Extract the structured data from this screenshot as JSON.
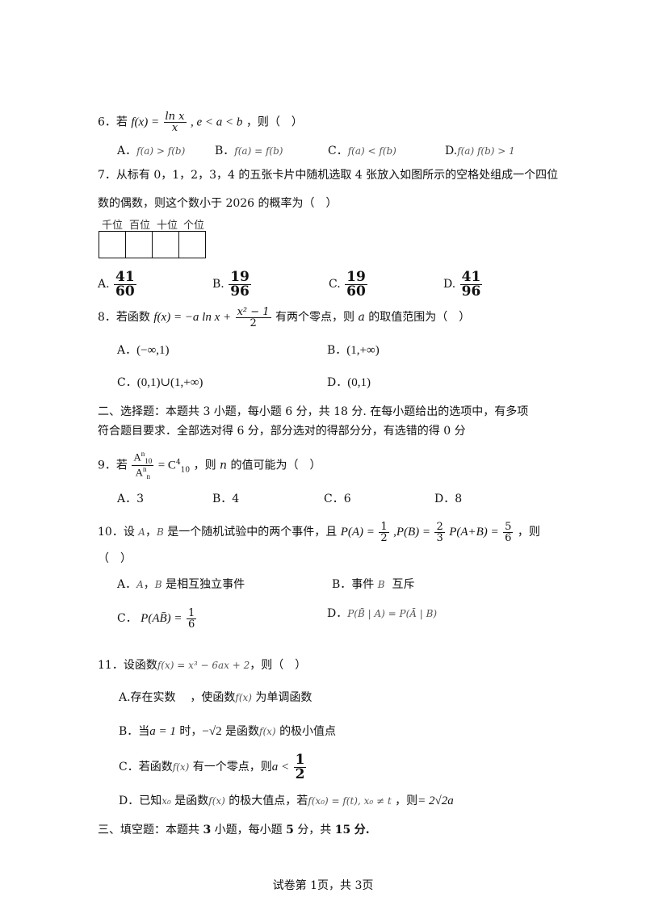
{
  "q6": {
    "stem_pre": "6．若",
    "cond": ", e < a < b",
    "stem_post": "，则（　）",
    "opt_a_label": "A．",
    "opt_a": "f(a) > f(b)",
    "opt_b_label": "B．",
    "opt_b": "f(a) = f(b)",
    "opt_c_label": "C．",
    "opt_c": "f(a) < f(b)",
    "opt_d_label": "D.",
    "opt_d": "f(a) f(b) > 1"
  },
  "q7": {
    "line1": "7．从标有 0，1，2，3，4 的五张卡片中随机选取 4 张放入如图所示的空格处组成一个四位",
    "line2": "数的偶数，则这个数小于 2026 的概率为（　）",
    "headers": [
      "千位",
      "百位",
      "十位",
      "个位"
    ],
    "options": [
      {
        "label": "A.",
        "num": "41",
        "den": "60"
      },
      {
        "label": "B.",
        "num": "19",
        "den": "96"
      },
      {
        "label": "C.",
        "num": "19",
        "den": "60"
      },
      {
        "label": "D.",
        "num": "41",
        "den": "96"
      }
    ]
  },
  "q8": {
    "stem_pre": "8．若函数",
    "func": "f(x) = −a ln x +",
    "frac_num": "x² − 1",
    "frac_den": "2",
    "stem_mid": "有两个零点，则",
    "var": "a",
    "stem_post": "的取值范围为（　）",
    "opt_a_label": "A．",
    "opt_a": "(−∞,1)",
    "opt_b_label": "B．",
    "opt_b": "(1,+∞)",
    "opt_c_label": "C．",
    "opt_c": "(0,1)∪(1,+∞)",
    "opt_d_label": "D．",
    "opt_d": "(0,1)"
  },
  "section2": {
    "line1": "二、选择题：本题共 3 小题，每小题 6 分，共 18 分. 在每小题给出的选项中，有多项",
    "line2": "符合题目要求．全部选对得 6 分，部分选对的得部分分，有选错的得 0 分"
  },
  "q9": {
    "stem_pre": "9．若",
    "num": "A",
    "num_sub": "10",
    "num_sup": "n",
    "den": "A",
    "den_sub": "n",
    "den_sup": "n",
    "rhs": "= C",
    "rhs_sub": "10",
    "rhs_sup": "4",
    "stem_mid": "，则",
    "var": "n",
    "stem_post": "的值可能为（　）",
    "opt_a": "A．3",
    "opt_b": "B．4",
    "opt_c": "C．6",
    "opt_d": "D．8"
  },
  "q10": {
    "stem_pre": "10．设",
    "ev_a": "A",
    "sep": "，",
    "ev_b": "B",
    "stem_mid": "是一个随机试验中的两个事件，且",
    "p1": "P(A) =",
    "p1_num": "1",
    "p1_den": "2",
    "p2": ",P(B) =",
    "p2_num": "2",
    "p2_den": "3",
    "p3": "P(A+B) =",
    "p3_num": "5",
    "p3_den": "6",
    "stem_post": "，则",
    "paren": "（　）",
    "opt_a_label": "A．",
    "opt_a_text": "是相互独立事件",
    "opt_b_label": "B．事件",
    "opt_b_text": "互斥",
    "opt_c_label": "C．",
    "opt_c_lhs": "P(AB̄) =",
    "opt_c_num": "1",
    "opt_c_den": "6",
    "opt_d_label": "D．",
    "opt_d": "P(B̄ | A) = P(Ā | B)"
  },
  "q11": {
    "stem_pre": "11．设函数",
    "func": "f(x) = x³ − 6ax + 2",
    "stem_post": "，则（　）",
    "opt_a_pre": "A.存在实数",
    "opt_a_mid": "，使函数",
    "opt_a_fx": "f(x)",
    "opt_a_post": "为单调函数",
    "opt_b_pre": "B．当",
    "opt_b_cond": "a = 1",
    "opt_b_mid": "时，",
    "opt_b_val": "−√2",
    "opt_b_mid2": "是函数",
    "opt_b_fx": "f(x)",
    "opt_b_post": "的极小值点",
    "opt_c_pre": "C．若函数",
    "opt_c_fx": "f(x)",
    "opt_c_mid": "有一个零点，则",
    "opt_c_lhs": "a <",
    "opt_c_num": "1",
    "opt_c_den": "2",
    "opt_d_pre": "D．已知",
    "opt_d_x0": "x₀",
    "opt_d_mid": "是函数",
    "opt_d_fx": "f(x)",
    "opt_d_mid2": "的极大值点，若",
    "opt_d_cond": "f(x₀) = f(t), x₀ ≠ t",
    "opt_d_mid3": "，则",
    "opt_d_res": "= 2√2a"
  },
  "section3": {
    "pre": "三、填空题：本题共",
    "n1": "3",
    "m1": "小题，每小题",
    "n2": "5",
    "m2": "分，共",
    "n3": "15",
    "m3": "分."
  },
  "footer": "试卷第 1页，共 3页"
}
